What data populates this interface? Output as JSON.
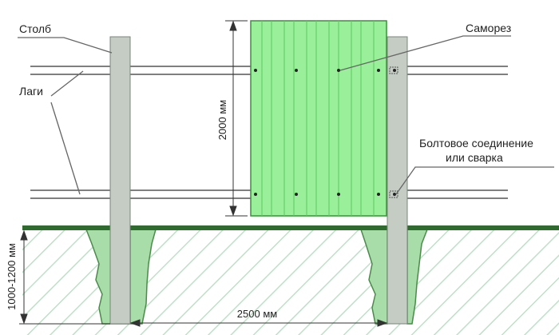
{
  "labels": {
    "post": "Столб",
    "rails": "Лаги",
    "screw": "Саморез",
    "joint_line1": "Болтовое соединение",
    "joint_line2": "или сварка"
  },
  "dimensions": {
    "sheet_height": "2000 мм",
    "span": "2500 мм",
    "depth": "1000-1200 мм"
  },
  "colors": {
    "sheet": "#9af09a",
    "sheet_edge": "#3a8f3a",
    "post": "#c2cac2",
    "ground": "#2f6b2f",
    "soil_hatch": "#b9d6c0",
    "concrete": "#9fd69f"
  }
}
